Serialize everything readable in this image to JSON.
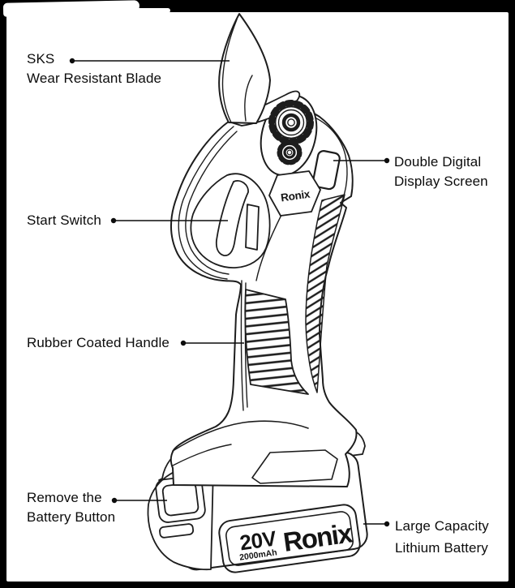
{
  "page": {
    "background": "#000000",
    "paper": "#ffffff",
    "ink": "#1d1d1d"
  },
  "callouts": [
    {
      "id": "blade",
      "lines": [
        "SKS",
        "Wear Resistant Blade"
      ]
    },
    {
      "id": "display-screen",
      "lines": [
        "Double Digital",
        "Display Screen"
      ]
    },
    {
      "id": "start-switch",
      "lines": [
        "Start Switch"
      ]
    },
    {
      "id": "handle",
      "lines": [
        "Rubber Coated Handle"
      ]
    },
    {
      "id": "battery-button",
      "lines": [
        "Remove the",
        "Battery Button"
      ]
    },
    {
      "id": "battery",
      "lines": [
        "Large Capacity",
        "Lithium Battery"
      ]
    }
  ],
  "device": {
    "badge_text": "Ronix",
    "battery": {
      "voltage": "20V",
      "capacity": "2000mAh",
      "brand": "Ronix"
    }
  }
}
